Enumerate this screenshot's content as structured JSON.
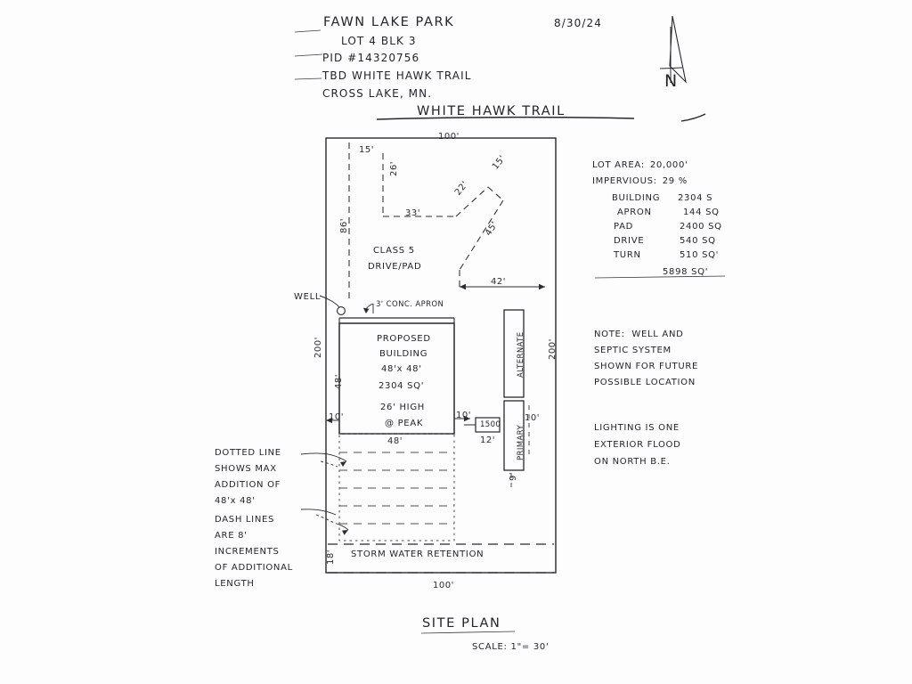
{
  "document": {
    "title": "FAWN LAKE PARK",
    "lot": "LOT 4 BLK 3",
    "pid": "PID #14320756",
    "address": "TBD WHITE HAWK TRAIL",
    "city": "CROSS LAKE, MN.",
    "date": "8/30/24",
    "plan_title": "SITE PLAN",
    "scale": "SCALE: 1\"= 30'"
  },
  "compass": {
    "label": "N",
    "name": "north-arrow"
  },
  "street": {
    "name": "WHITE HAWK TRAIL"
  },
  "lot_dimensions": {
    "top": "100'",
    "bottom": "100'",
    "left": "200'",
    "right": "200'"
  },
  "features": {
    "drive_pad": "CLASS 5\nDRIVE/PAD",
    "drive_pad_line1": "CLASS 5",
    "drive_pad_line2": "DRIVE/PAD",
    "apron": "3' CONC. APRON",
    "well": "WELL",
    "building_line1": "PROPOSED",
    "building_line2": "BUILDING",
    "building_line3": "48'x 48'",
    "building_line4": "2304 SQ'",
    "building_line5": "26' HIGH",
    "building_line6": "@ PEAK",
    "septic_primary": "PRIMARY",
    "septic_alternate": "ALTERNATE",
    "tank": "1500",
    "retention": "STORM WATER RETENTION"
  },
  "dimensions": {
    "drive_top_offset": "15'",
    "drive_notch_v": "26'",
    "drive_notch_h": "33'",
    "diag_22": "22'",
    "diag_15": "15'",
    "diag_45": "45'",
    "drive_bottom": "42'",
    "lot_left_upper": "86'",
    "building_left": "48'",
    "building_bottom": "48'",
    "setback_left": "10'",
    "setback_right": "10'",
    "tank_width": "12'",
    "septic_right": "10'",
    "septic_bottom": "9'",
    "retention_left": "18'"
  },
  "data_table": {
    "lot_area": {
      "label": "LOT AREA:",
      "value": "20,000'"
    },
    "impervious": {
      "label": "IMPERVIOUS:",
      "value": "29 %"
    },
    "rows": [
      {
        "label": "BUILDING",
        "value": "2304 S"
      },
      {
        "label": "APRON",
        "value": "144 SQ"
      },
      {
        "label": "PAD",
        "value": "2400 SQ"
      },
      {
        "label": "DRIVE",
        "value": "540 SQ"
      },
      {
        "label": "TURN",
        "value": "510 SQ'"
      }
    ],
    "total": "5898 SQ'"
  },
  "notes": {
    "note_well": [
      "NOTE:  WELL AND",
      "SEPTIC SYSTEM",
      "SHOWN FOR FUTURE",
      "POSSIBLE LOCATION"
    ],
    "note_lighting": [
      "LIGHTING IS ONE",
      "EXTERIOR FLOOD",
      "ON NORTH B.E."
    ],
    "note_dotted": [
      "DOTTED LINE",
      "SHOWS MAX",
      "ADDITION OF",
      "48'x 48'"
    ],
    "note_dash": [
      "DASH LINES",
      "ARE 8'",
      "INCREMENTS",
      "OF ADDITIONAL",
      "LENGTH"
    ]
  },
  "colors": {
    "ink": "#26282d",
    "paper": "#fdfdfd"
  }
}
